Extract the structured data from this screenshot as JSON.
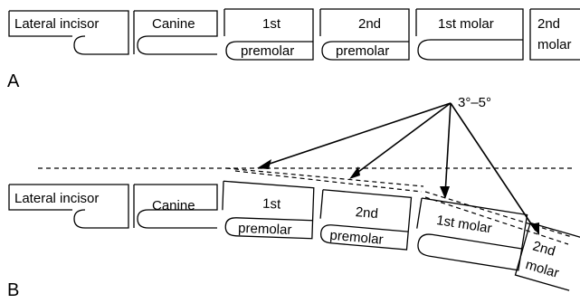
{
  "panel_a": {
    "label": "A",
    "teeth": [
      {
        "lines": [
          "Lateral incisor"
        ]
      },
      {
        "lines": [
          "Canine"
        ]
      },
      {
        "lines": [
          "1st",
          "premolar"
        ]
      },
      {
        "lines": [
          "2nd",
          "premolar"
        ]
      },
      {
        "lines": [
          "1st molar"
        ]
      },
      {
        "lines": [
          "2nd",
          "molar"
        ]
      }
    ]
  },
  "panel_b": {
    "label": "B",
    "angle_label": "3°–5°",
    "teeth": [
      {
        "lines": [
          "Lateral incisor"
        ]
      },
      {
        "lines": [
          "Canine"
        ]
      },
      {
        "lines": [
          "1st",
          "premolar"
        ]
      },
      {
        "lines": [
          "2nd",
          "premolar"
        ]
      },
      {
        "lines": [
          "1st molar"
        ]
      },
      {
        "lines": [
          "2nd",
          "molar"
        ]
      }
    ]
  }
}
